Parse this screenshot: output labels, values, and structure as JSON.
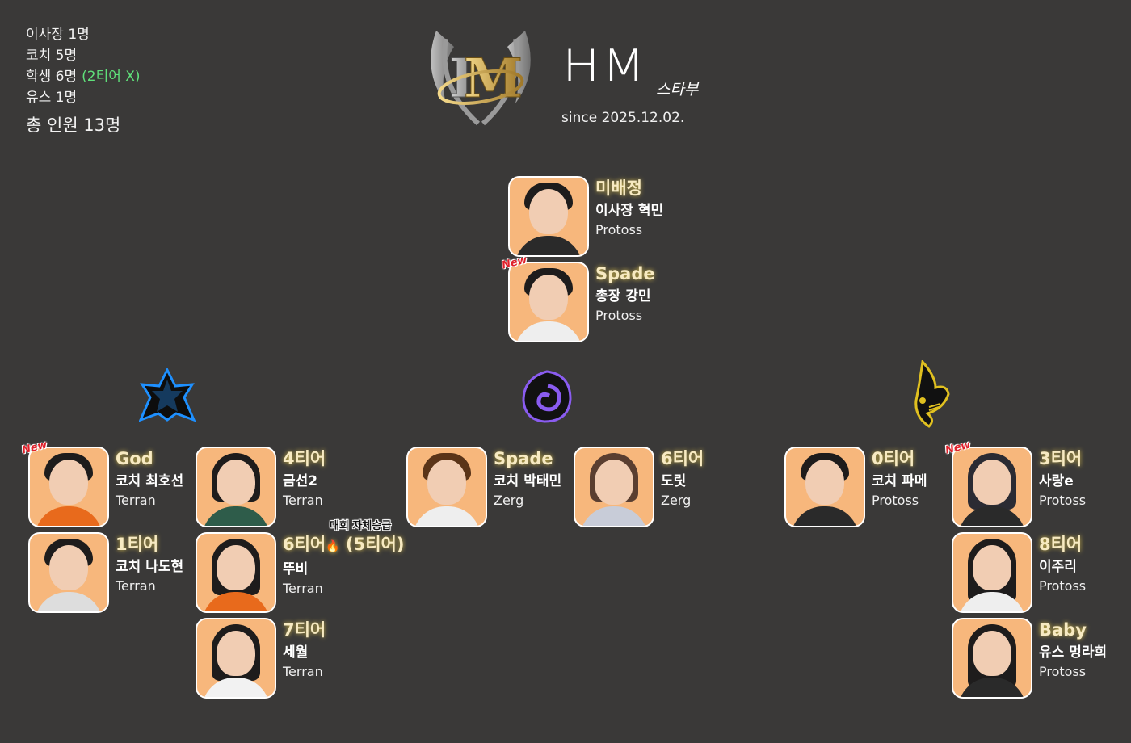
{
  "summary": {
    "chairman": "이사장 1명",
    "coaches": "코치 5명",
    "students": "학생 6명",
    "students_note": "(2티어 X)",
    "youth": "유스 1명",
    "total": "총 인원 13명"
  },
  "brand": {
    "logo": "HM emblem with wings and laurel",
    "title": "HM",
    "subtitle": "스타부",
    "since": "since 2025.12.02."
  },
  "colors": {
    "background": "#3a3938",
    "photo_bg": "#f7b77c",
    "tier_glow": "#f0d250",
    "note_green": "#5fe07a",
    "terran": "#1e90ff",
    "zerg": "#8a5cf0",
    "protoss": "#e0c020"
  },
  "races": {
    "terran": {
      "icon": "terran-icon"
    },
    "zerg": {
      "icon": "zerg-icon"
    },
    "protoss": {
      "icon": "protoss-icon"
    }
  },
  "tournament_note": "대회 자체승급",
  "leaders": [
    {
      "tier": "미배정",
      "name": "이사장 혁민",
      "race": "Protoss",
      "new": false
    },
    {
      "tier": "Spade",
      "name": "총장 강민",
      "race": "Protoss",
      "new": true
    }
  ],
  "terran": [
    {
      "tier": "God",
      "name": "코치 최호선",
      "race": "Terran",
      "new": true
    },
    {
      "tier": "1티어",
      "name": "코치 나도현",
      "race": "Terran",
      "new": false
    },
    {
      "tier": "4티어",
      "name": "금선2",
      "race": "Terran",
      "new": false
    },
    {
      "tier": "6티어",
      "tier_extra": "(5티어)",
      "name": "뚜비",
      "race": "Terran",
      "new": false
    },
    {
      "tier": "7티어",
      "name": "세월",
      "race": "Terran",
      "new": false
    }
  ],
  "zerg": [
    {
      "tier": "Spade",
      "name": "코치 박태민",
      "race": "Zerg",
      "new": false
    },
    {
      "tier": "6티어",
      "name": "도릿",
      "race": "Zerg",
      "new": false
    }
  ],
  "protoss": [
    {
      "tier": "0티어",
      "name": "코치 파메",
      "race": "Protoss",
      "new": false
    },
    {
      "tier": "3티어",
      "name": "사랑e",
      "race": "Protoss",
      "new": true
    },
    {
      "tier": "8티어",
      "name": "이주리",
      "race": "Protoss",
      "new": false
    },
    {
      "tier": "Baby",
      "name": "유스 멍라희",
      "race": "Protoss",
      "new": false
    }
  ],
  "new_badge": "New",
  "fire_icon": "🔥"
}
